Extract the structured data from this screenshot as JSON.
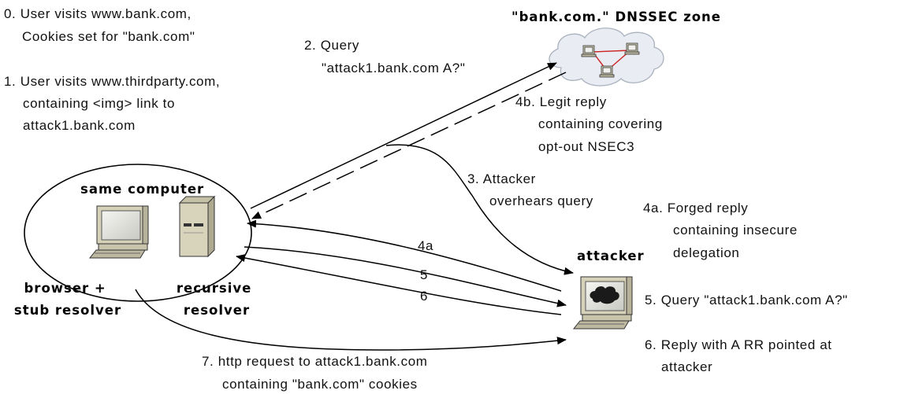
{
  "steps": {
    "s0": [
      "0. User visits www.bank.com,",
      "Cookies set for \"bank.com\""
    ],
    "s1": [
      "1. User visits www.thirdparty.com,",
      "containing <img> link to",
      "attack1.bank.com"
    ],
    "s2": [
      "2. Query",
      "\"attack1.bank.com A?\""
    ],
    "s3": [
      "3. Attacker",
      "overhears query"
    ],
    "s4a": [
      "4a. Forged reply",
      "containing insecure",
      "delegation"
    ],
    "s4b": [
      "4b. Legit reply",
      "containing covering",
      "opt-out NSEC3"
    ],
    "s5": "5. Query \"attack1.bank.com A?\"",
    "s6": [
      "6. Reply with A RR pointed at",
      "attacker"
    ],
    "s7": [
      "7. http request to attack1.bank.com",
      "containing \"bank.com\" cookies"
    ]
  },
  "labels": {
    "zone": "\"bank.com.\" DNSSEC zone",
    "same_computer": "same computer",
    "browser": [
      "browser +",
      "stub resolver"
    ],
    "recursive": [
      "recursive",
      "resolver"
    ],
    "attacker": "attacker"
  },
  "arrow_labels": {
    "a4": "4a",
    "a5": "5",
    "a6": "6"
  },
  "icons": [
    "cloud-icon",
    "network-computer-icon",
    "desktop-computer-icon",
    "server-tower-icon",
    "attacker-computer-icon",
    "dark-cloud-icon"
  ],
  "colors": {
    "network_links": "#cc2222",
    "cloud_fill": "#e9edf3",
    "computer_beige": "#d8d4bc",
    "screen_dark": "#2e2e2e"
  }
}
